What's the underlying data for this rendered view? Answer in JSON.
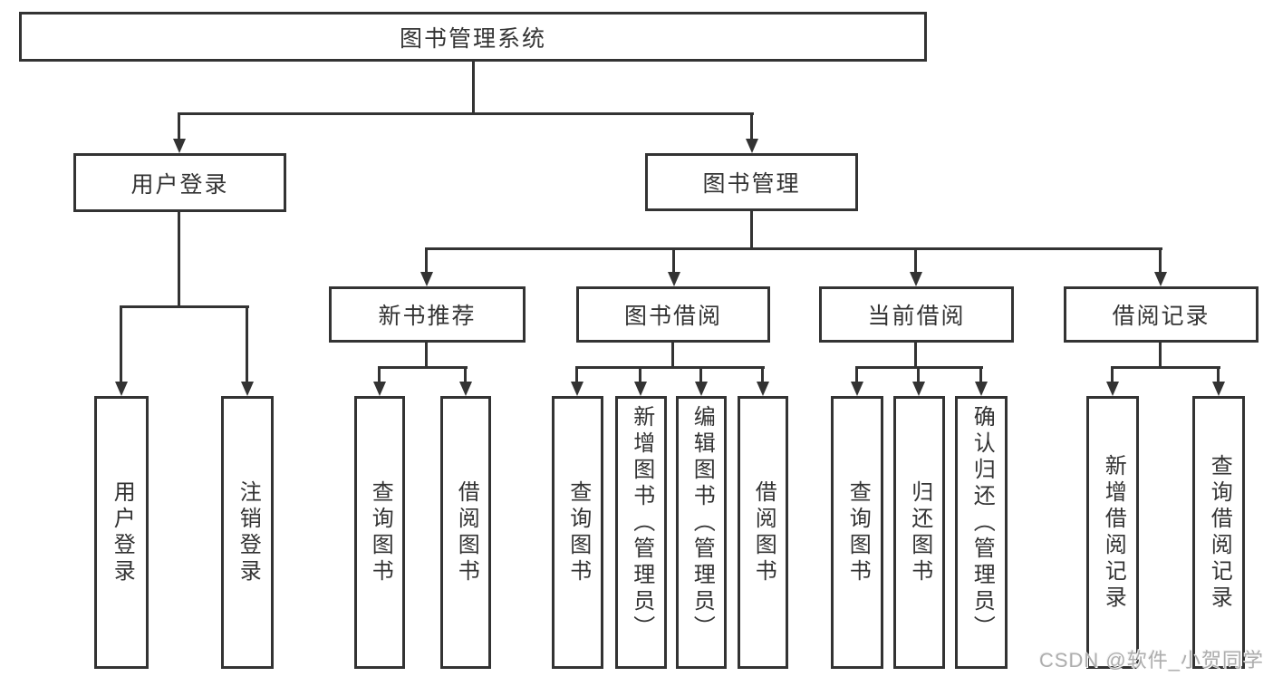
{
  "diagram": {
    "root": {
      "label": "图书管理系统"
    },
    "branches": [
      {
        "label": "用户登录",
        "children": [
          {
            "label": "用户登录"
          },
          {
            "label": "注销登录"
          }
        ]
      },
      {
        "label": "图书管理",
        "children": [
          {
            "label": "新书推荐",
            "children": [
              {
                "label": "查询图书"
              },
              {
                "label": "借阅图书"
              }
            ]
          },
          {
            "label": "图书借阅",
            "children": [
              {
                "label": "查询图书"
              },
              {
                "label": "新增图书（管理员）"
              },
              {
                "label": "编辑图书（管理员）"
              },
              {
                "label": "借阅图书"
              }
            ]
          },
          {
            "label": "当前借阅",
            "children": [
              {
                "label": "查询图书"
              },
              {
                "label": "归还图书"
              },
              {
                "label": "确认归还（管理员）"
              }
            ]
          },
          {
            "label": "借阅记录",
            "children": [
              {
                "label": "新增借阅记录"
              },
              {
                "label": "查询借阅记录"
              }
            ]
          }
        ]
      }
    ]
  },
  "watermark": {
    "text": "CSDN @软件_小贺同学"
  },
  "colors": {
    "line": "#333333",
    "text": "#333333",
    "background": "#ffffff",
    "watermark": "#adadad"
  }
}
